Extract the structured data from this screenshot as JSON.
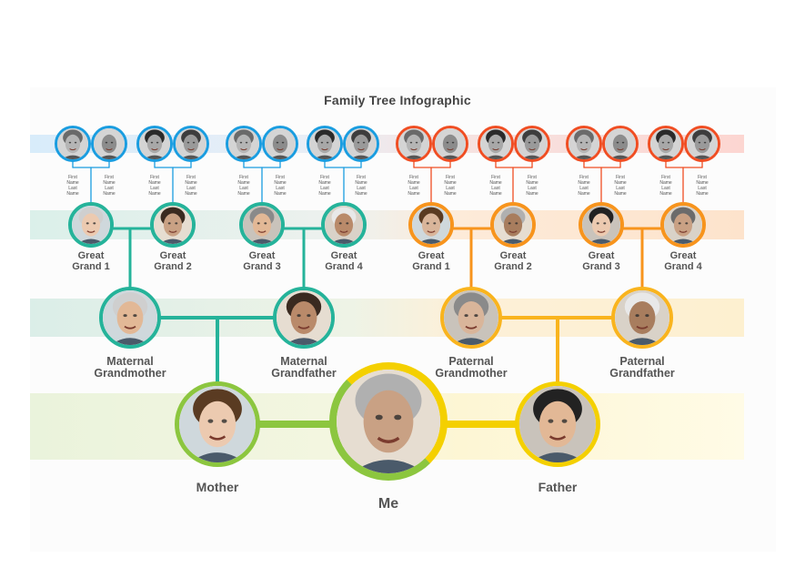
{
  "title": "Family Tree Infographic",
  "colors": {
    "maternal_blue": "#1a9de0",
    "maternal_green": "#25b39a",
    "maternal_lime": "#8cc63f",
    "paternal_red": "#f04e23",
    "paternal_orange": "#f7941d",
    "paternal_gold": "#f9b41e",
    "paternal_yellow": "#f4d000",
    "label_text": "#555555"
  },
  "name_placeholder": {
    "first": "First  Name",
    "last": "Last  Name"
  },
  "maternal": {
    "great_great_grandparents_count": 8,
    "great_grandparents": [
      {
        "line1": "Great",
        "line2": "Grand 1"
      },
      {
        "line1": "Great",
        "line2": "Grand 2"
      },
      {
        "line1": "Great",
        "line2": "Grand 3"
      },
      {
        "line1": "Great",
        "line2": "Grand 4"
      }
    ],
    "grandmother": {
      "line1": "Maternal",
      "line2": "Grandmother"
    },
    "grandfather": {
      "line1": "Maternal",
      "line2": "Grandfather"
    }
  },
  "paternal": {
    "great_great_grandparents_count": 8,
    "great_grandparents": [
      {
        "line1": "Great",
        "line2": "Grand 1"
      },
      {
        "line1": "Great",
        "line2": "Grand 2"
      },
      {
        "line1": "Great",
        "line2": "Grand 3"
      },
      {
        "line1": "Great",
        "line2": "Grand 4"
      }
    ],
    "grandmother": {
      "line1": "Paternal",
      "line2": "Grandmother"
    },
    "grandfather": {
      "line1": "Paternal",
      "line2": "Grandfather"
    }
  },
  "mother": "Mother",
  "me": "Me",
  "father": "Father"
}
